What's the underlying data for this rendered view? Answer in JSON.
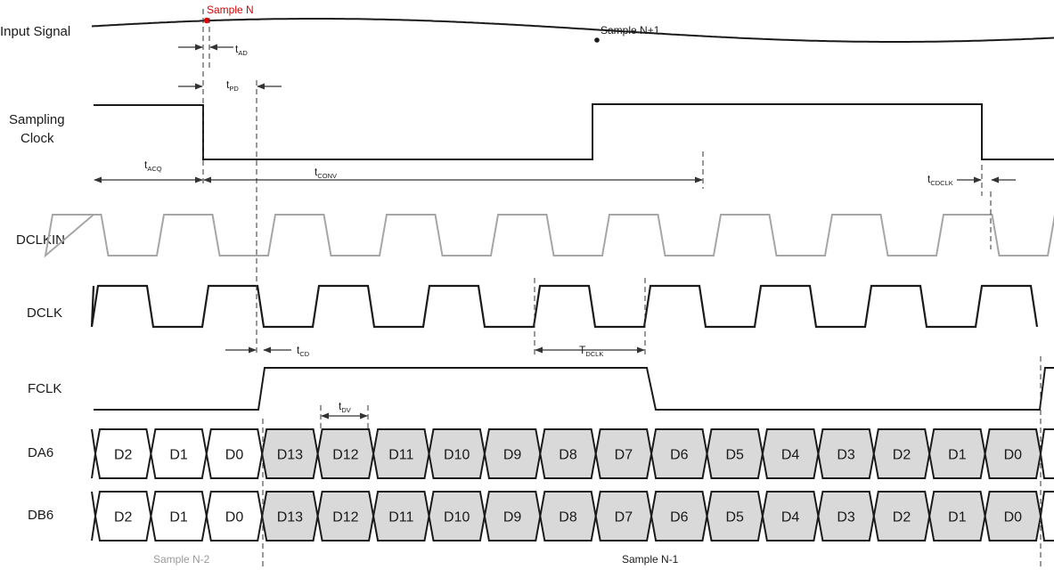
{
  "signals": {
    "input_signal": "Input Signal",
    "sampling_clock_line1": "Sampling",
    "sampling_clock_line2": "Clock",
    "dclkin": "DCLKIN",
    "dclk": "DCLK",
    "fclk": "FCLK",
    "da6": "DA6",
    "db6": "DB6"
  },
  "markers": {
    "sample_n": "Sample N",
    "sample_n1": "Sample N+1"
  },
  "timing": {
    "t_ad": {
      "main": "t",
      "sub": "AD"
    },
    "t_pd": {
      "main": "t",
      "sub": "PD"
    },
    "t_acq": {
      "main": "t",
      "sub": "ACQ"
    },
    "t_conv": {
      "main": "t",
      "sub": "CONV"
    },
    "t_cdclk": {
      "main": "t",
      "sub": "CDCLK"
    },
    "t_cd": {
      "main": "t",
      "sub": "CD"
    },
    "T_dclk": {
      "main": "T",
      "sub": "DCLK"
    },
    "t_dv": {
      "main": "t",
      "sub": "DV"
    }
  },
  "bus_cells": [
    "D2",
    "D1",
    "D0",
    "D13",
    "D12",
    "D11",
    "D10",
    "D9",
    "D8",
    "D7",
    "D6",
    "D5",
    "D4",
    "D3",
    "D2",
    "D1",
    "D0"
  ],
  "shaded_from_index": 3,
  "periods": {
    "prev": "Sample N-2",
    "current": "Sample N-1"
  },
  "colors": {
    "line": "#1a1a1a",
    "dclkin": "#a6a6a6",
    "shaded_cell": "#d9d9d9",
    "sample_marker": "#e00000",
    "period_prev": "#9a9a9a"
  }
}
